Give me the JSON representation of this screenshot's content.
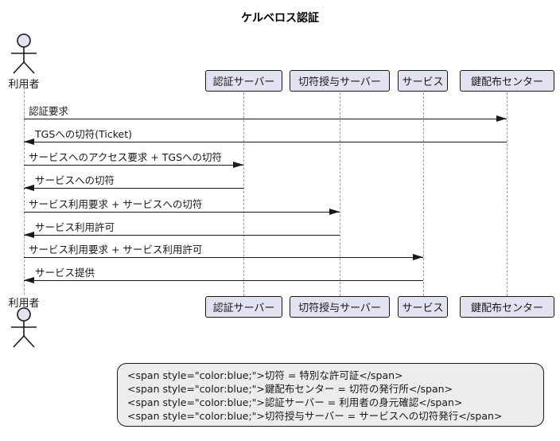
{
  "title": "ケルベロス認証",
  "actor": {
    "label": "利用者"
  },
  "participants": [
    {
      "label": "認証サーバー"
    },
    {
      "label": "切符授与サーバー"
    },
    {
      "label": "サービス"
    },
    {
      "label": "鍵配布センター"
    }
  ],
  "messages": [
    {
      "label": "認証要求",
      "from": "利用者",
      "to": "鍵配布センター",
      "direction": "right"
    },
    {
      "label": "TGSへの切符(Ticket)",
      "from": "鍵配布センター",
      "to": "利用者",
      "direction": "left"
    },
    {
      "label": "サービスへのアクセス要求 + TGSへの切符",
      "from": "利用者",
      "to": "認証サーバー",
      "direction": "right"
    },
    {
      "label": "サービスへの切符",
      "from": "認証サーバー",
      "to": "利用者",
      "direction": "left"
    },
    {
      "label": "サービス利用要求 + サービスへの切符",
      "from": "利用者",
      "to": "切符授与サーバー",
      "direction": "right"
    },
    {
      "label": "サービス利用許可",
      "from": "切符授与サーバー",
      "to": "利用者",
      "direction": "left"
    },
    {
      "label": "サービス利用要求 + サービス利用許可",
      "from": "利用者",
      "to": "サービス",
      "direction": "right"
    },
    {
      "label": "サービス提供",
      "from": "サービス",
      "to": "利用者",
      "direction": "left"
    }
  ],
  "note": {
    "lines": [
      "<span style=\"color:blue;\">切符 = 特別な許可証</span>",
      "<span style=\"color:blue;\">鍵配布センター = 切符の発行所</span>",
      "<span style=\"color:blue;\">認証サーバー = 利用者の身元確認</span>",
      "<span style=\"color:blue;\">切符授与サーバー = サービスへの切符発行</span>"
    ]
  },
  "colors": {
    "participant_fill": "#E2E2F0",
    "border": "#181818",
    "lifeline": "#999999",
    "note_fill": "#ECECEC",
    "background": "#FFFFFF",
    "text": "#181818"
  }
}
